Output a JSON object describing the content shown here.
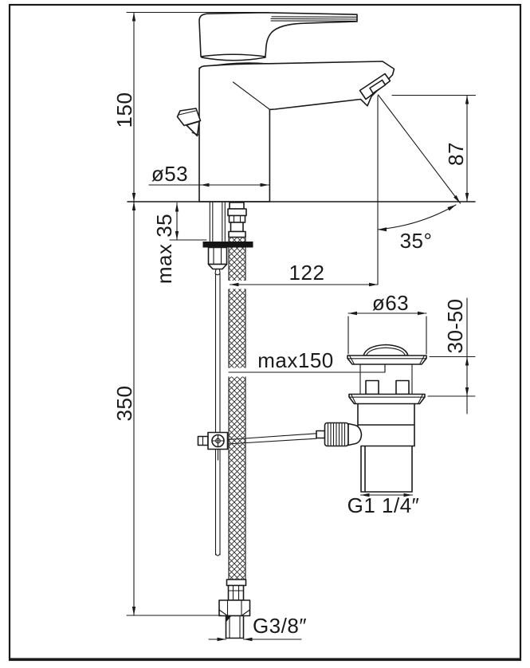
{
  "drawing": {
    "kind": "single-lever basin mixer installation drawing",
    "colors": {
      "line": "#1a1a1a",
      "background": "#ffffff",
      "washer_fill": "#141414"
    },
    "labels": {
      "height_above_deck": "150",
      "body_diameter": "ø53",
      "deck_thickness": "max 35",
      "hose_drop": "350",
      "spout_height": "87",
      "stream_angle": "35°",
      "spout_reach": "122",
      "waste_flange_diameter": "ø63",
      "waste_mount_range": "30-50",
      "rod_offset_max": "max150",
      "waste_thread": "G1 1/4″",
      "supply_thread": "G3/8″"
    }
  }
}
